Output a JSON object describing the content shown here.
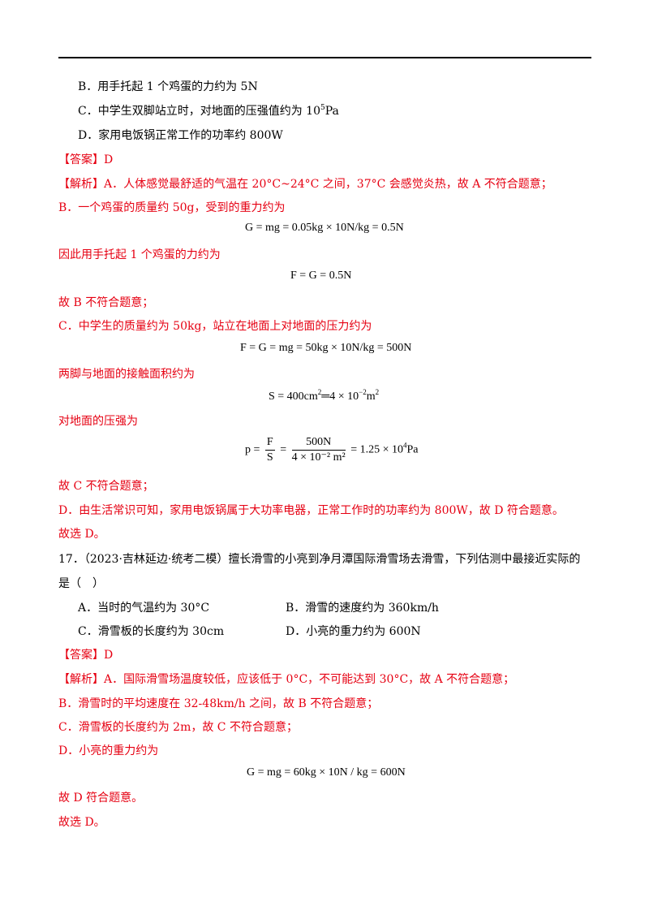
{
  "q16": {
    "opt_b": "B．用手托起 1 个鸡蛋的力约为 5N",
    "opt_c_pre": "C．中学生双脚站立时，对地面的压强值约为 10",
    "opt_c_exp": "5",
    "opt_c_post": "Pa",
    "opt_d": "D．家用电饭锅正常工作的功率约 800W",
    "answer": "【答案】D",
    "analysis_label": "【解析】",
    "analysis_a": "A．人体感觉最舒适的气温在 20°C~24°C 之间，37°C 会感觉炎热，故 A 不符合题意；",
    "b1": "B．一个鸡蛋的质量约 50g，受到的重力约为",
    "eq_b1": "G = mg = 0.05kg × 10N/kg = 0.5N",
    "b2": "因此用手托起 1 个鸡蛋的力约为",
    "eq_b2": "F = G = 0.5N",
    "b3": "故 B 不符合题意；",
    "c1": "C．中学生的质量约为 50kg，站立在地面上对地面的压力约为",
    "eq_c1": "F = G = mg = 50kg × 10N/kg = 500N",
    "c2": "两脚与地面的接触面积约为",
    "eq_c2_a": "S = 400cm",
    "eq_c2_b": "2",
    "eq_c2_c": "═4 × 10",
    "eq_c2_d": "−2",
    "eq_c2_e": "m",
    "eq_c2_f": "2",
    "c3": "对地面的压强为",
    "eq_c3_lhs": "p =",
    "eq_c3_f1_num": "F",
    "eq_c3_f1_den": "S",
    "eq_c3_eq": "=",
    "eq_c3_f2_num": "500N",
    "eq_c3_f2_den": "4 × 10⁻² m²",
    "eq_c3_rhs": "= 1.25 × 10",
    "eq_c3_exp": "4",
    "eq_c3_unit": "Pa",
    "c4": "故 C 不符合题意；",
    "d1": "D．由生活常识可知，家用电饭锅属于大功率电器，正常工作时的功率约为 800W，故 D 符合题意。",
    "final": "故选 D。"
  },
  "q17": {
    "stem1": "17．（2023·吉林延边·统考二模）擅长滑雪的小亮到净月潭国际滑雪场去滑雪，下列估测中最接近实际的",
    "stem2": "是（　）",
    "opt_a": "A．当时的气温约为 30°C",
    "opt_b": "B．滑雪的速度约为 360km/h",
    "opt_c": "C．滑雪板的长度约为 30cm",
    "opt_d": "D．小亮的重力约为 600N",
    "answer": "【答案】D",
    "analysis_label": "【解析】",
    "analysis_a": "A．国际滑雪场温度较低，应该低于 0°C，不可能达到 30°C，故 A 不符合题意；",
    "b": "B．滑雪时的平均速度在 32-48km/h 之间，故 B 不符合题意；",
    "c": "C．滑雪板的长度约为 2m，故 C 不符合题意；",
    "d1": "D．小亮的重力约为",
    "eq_d": "G = mg = 60kg × 10N / kg = 600N",
    "d2": "故 D 符合题意。",
    "final": "故选 D。"
  },
  "colors": {
    "answer_red": "#e60012",
    "text": "#000000"
  }
}
